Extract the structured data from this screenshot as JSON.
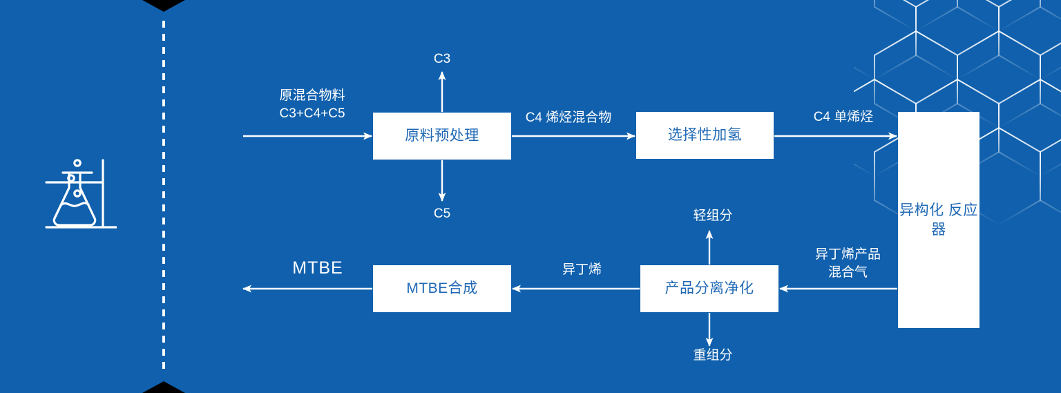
{
  "diagram": {
    "title_present": false,
    "background_color": "#1060ad",
    "box_fill": "#ffffff",
    "box_text_color": "#1f68b5",
    "label_color": "#ffffff",
    "decor": {
      "flask_icon": "flask-stand-icon",
      "hexagon_pattern": "hexagon-honeycomb-pattern",
      "dashed_divider": "dashed-vertical-divider",
      "notch_top": "triangle-notch-top",
      "notch_bottom": "triangle-notch-bottom"
    },
    "boxes": [
      {
        "id": "pretreat",
        "label": "原料预处理"
      },
      {
        "id": "hydro",
        "label": "选择性加氢"
      },
      {
        "id": "reactor",
        "label": "异构化\n反应器"
      },
      {
        "id": "separation",
        "label": "产品分离净化"
      },
      {
        "id": "mtbe",
        "label": "MTBE合成"
      }
    ],
    "flow_labels": [
      {
        "id": "feed",
        "text": "原混合物料\nC3+C4+C5"
      },
      {
        "id": "c3",
        "text": "C3"
      },
      {
        "id": "c5",
        "text": "C5"
      },
      {
        "id": "c4mix",
        "text": "C4 烯烃混合物"
      },
      {
        "id": "c4mono",
        "text": "C4 单烯烃"
      },
      {
        "id": "isoprod",
        "text": "异丁烯产品\n混合气"
      },
      {
        "id": "light",
        "text": "轻组分"
      },
      {
        "id": "heavy",
        "text": "重组分"
      },
      {
        "id": "isobut",
        "text": "异丁烯"
      },
      {
        "id": "mtbe",
        "text": "MTBE"
      }
    ],
    "flows": [
      {
        "from": "feed-inlet",
        "to": "pretreat",
        "direction": "right",
        "label": "原混合物料 C3+C4+C5"
      },
      {
        "from": "pretreat",
        "to": "c3-outlet",
        "direction": "up",
        "label": "C3"
      },
      {
        "from": "pretreat",
        "to": "c5-outlet",
        "direction": "down",
        "label": "C5"
      },
      {
        "from": "pretreat",
        "to": "hydro",
        "direction": "right",
        "label": "C4 烯烃混合物"
      },
      {
        "from": "hydro",
        "to": "reactor",
        "direction": "right",
        "label": "C4 单烯烃"
      },
      {
        "from": "reactor",
        "to": "separation",
        "direction": "left",
        "label": "异丁烯产品混合气"
      },
      {
        "from": "separation",
        "to": "light-out",
        "direction": "up",
        "label": "轻组分"
      },
      {
        "from": "separation",
        "to": "heavy-out",
        "direction": "down",
        "label": "重组分"
      },
      {
        "from": "separation",
        "to": "mtbe",
        "direction": "left",
        "label": "异丁烯"
      },
      {
        "from": "mtbe",
        "to": "mtbe-out",
        "direction": "left",
        "label": "MTBE"
      }
    ]
  }
}
